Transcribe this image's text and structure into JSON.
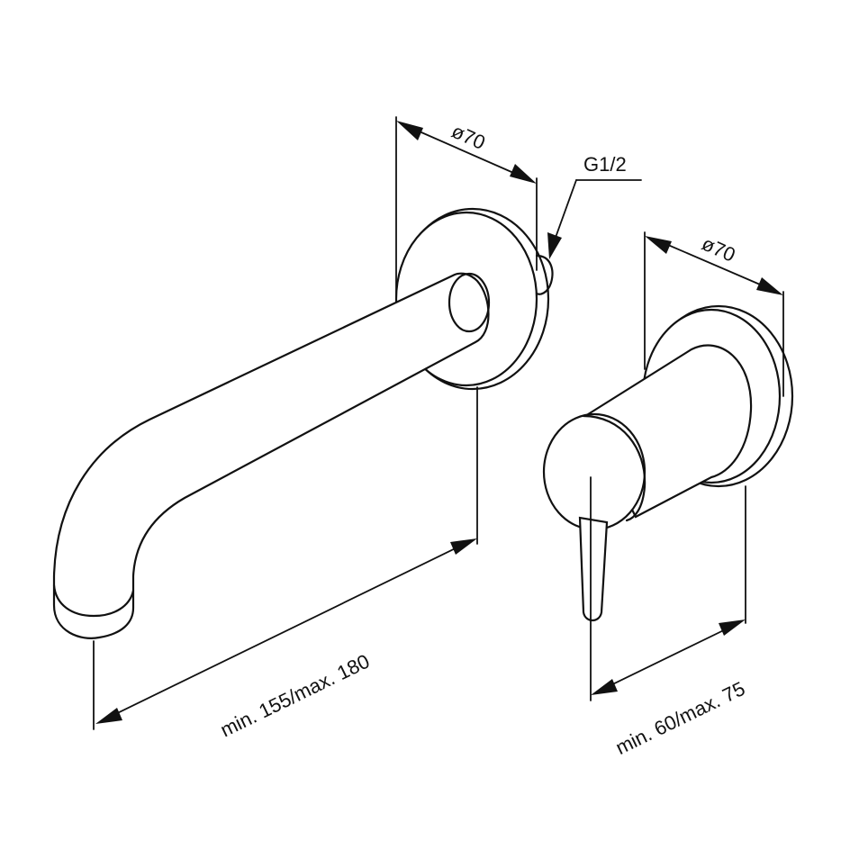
{
  "labels": {
    "spout_rosette_diameter": "ø70",
    "spout_thread": "G1/2",
    "spout_projection": "min. 155/max. 180",
    "mixer_rosette_diameter": "ø70",
    "mixer_projection": "min. 60/max. 75"
  },
  "colors": {
    "line": "#111111",
    "background": "#ffffff"
  }
}
